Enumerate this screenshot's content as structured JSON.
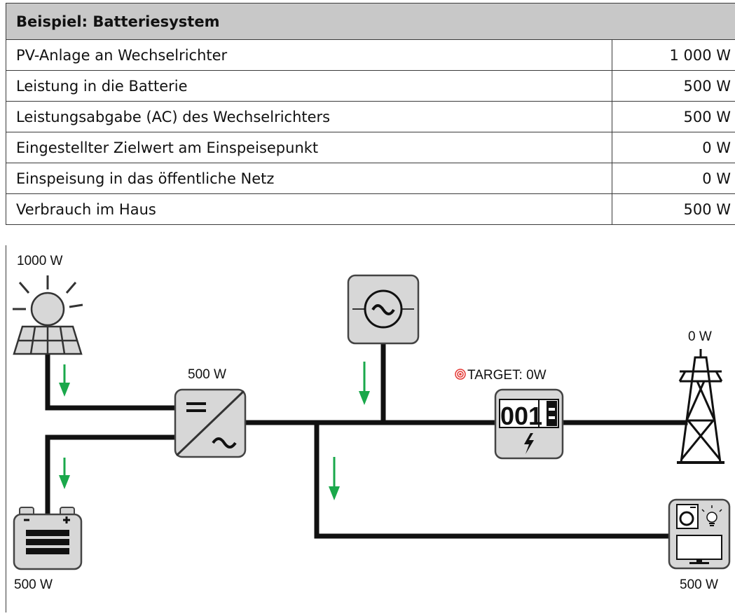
{
  "table": {
    "header": "Beispiel: Batteriesystem",
    "rows": [
      {
        "label": "PV-Anlage an Wechselrichter",
        "value": "1 000 W"
      },
      {
        "label": "Leistung in die Batterie",
        "value": "500 W"
      },
      {
        "label": "Leistungsabgabe (AC) des Wechselrichters",
        "value": "500 W"
      },
      {
        "label": "Eingestellter Zielwert am Einspeisepunkt",
        "value": "0 W"
      },
      {
        "label": "Einspeisung in das öffentliche Netz",
        "value": "0 W"
      },
      {
        "label": "Verbrauch im Haus",
        "value": "500 W"
      }
    ]
  },
  "diagram": {
    "pv_label": "1000 W",
    "inverter_label": "500 W",
    "meter_target_label": "TARGET: 0W",
    "meter_digits": "001",
    "grid_label": "0 W",
    "battery_label": "500 W",
    "consumer_label": "500 W",
    "colors": {
      "line": "#111111",
      "arrow": "#1aa84b",
      "box_fill": "#d7d7d7",
      "box_stroke": "#444444",
      "target": "#e53935",
      "table_header": "#c8c8c8"
    },
    "icons": [
      "sun-icon",
      "solar-panel-icon",
      "inverter-icon",
      "ac-source-icon",
      "meter-icon",
      "lightning-icon",
      "target-icon",
      "power-tower-icon",
      "battery-icon",
      "household-appliances-icon",
      "arrow-down-icon"
    ]
  }
}
